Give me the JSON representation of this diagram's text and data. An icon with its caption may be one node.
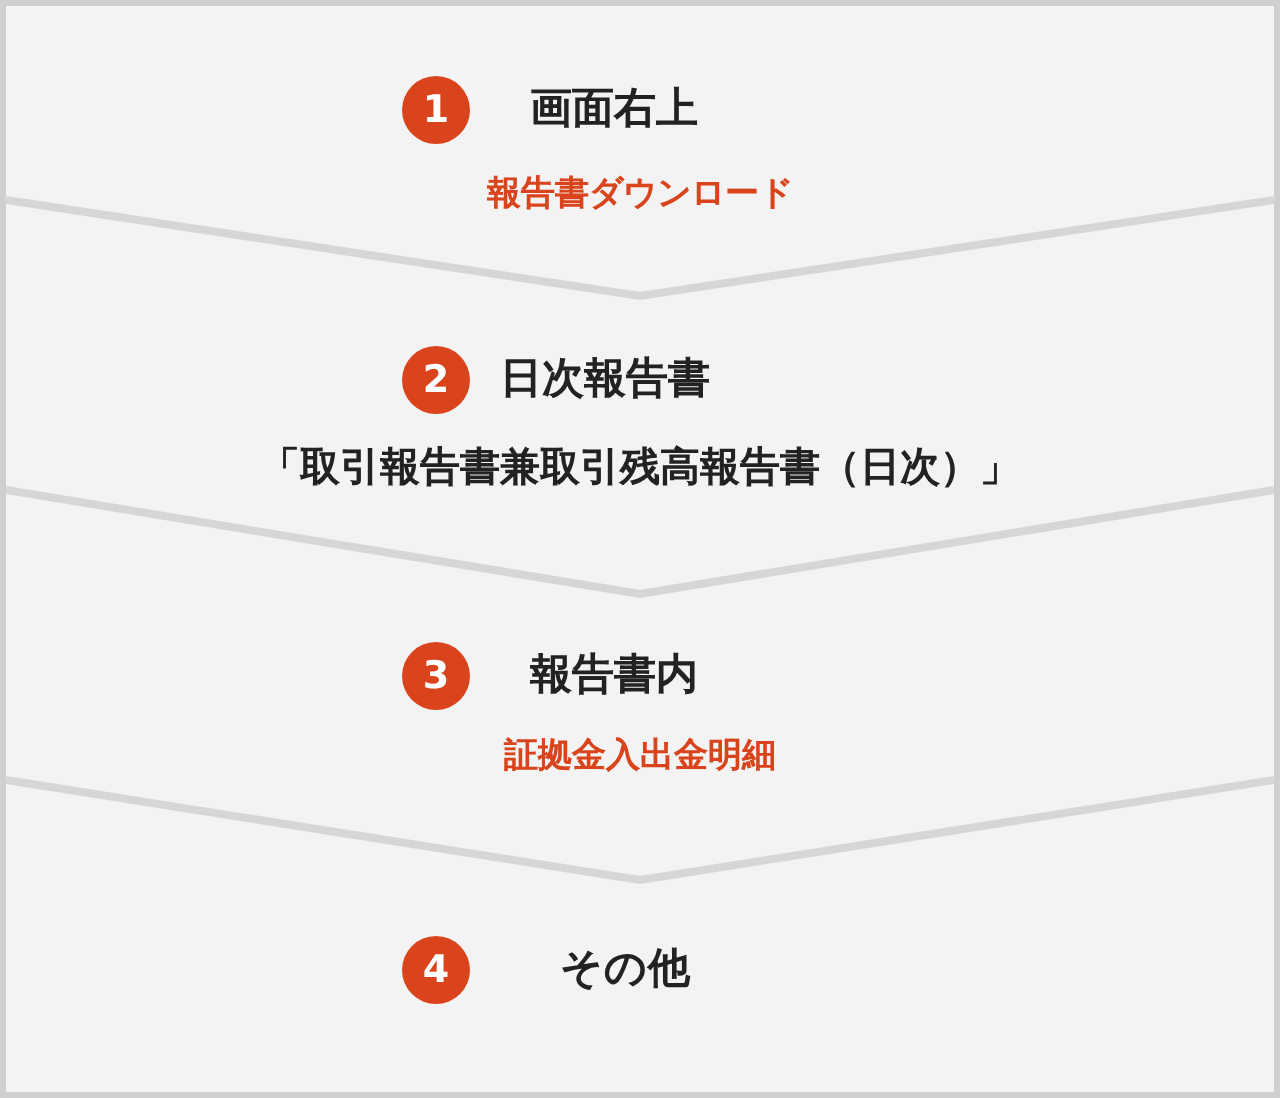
{
  "diagram": {
    "nodes": [
      {
        "text": [
          "1",
          "画面右上",
          "報告書ダウンロード"
        ]
      },
      {
        "text": [
          "2",
          "日次報告書",
          "「取引報告書兼取引残高報告書（日次）」"
        ]
      },
      {
        "text": [
          "3",
          "報告書内",
          "証拠金入出金明細"
        ]
      },
      {
        "text": [
          "4",
          "その他"
        ]
      }
    ]
  }
}
